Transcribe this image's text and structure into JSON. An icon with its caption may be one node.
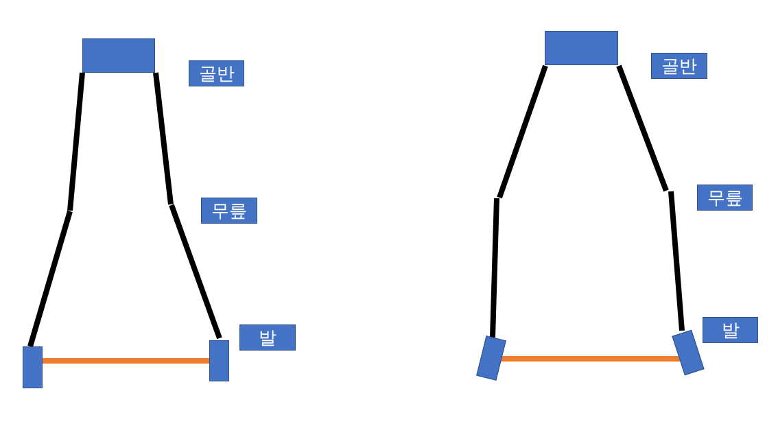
{
  "diagram": {
    "nodes": [
      {
        "text": [],
        "shape": "box"
      },
      {
        "text": [
          "골반"
        ]
      },
      {
        "text": [
          "무릎"
        ]
      },
      {
        "text": [],
        "shape": "box"
      },
      {
        "text": [],
        "shape": "box"
      },
      {
        "text": [
          "발"
        ]
      },
      {
        "text": [],
        "shape": "box"
      },
      {
        "text": [
          "골반"
        ]
      },
      {
        "text": [
          "무릎"
        ]
      },
      {
        "text": [
          "발"
        ]
      },
      {
        "text": [],
        "shape": "box"
      },
      {
        "text": [],
        "shape": "box"
      }
    ],
    "edges": [
      {
        "from": 0,
        "to": null,
        "arrow": "none"
      },
      {
        "from": 0,
        "to": null,
        "arrow": "none"
      },
      {
        "from": null,
        "to": 3,
        "arrow": "none"
      },
      {
        "from": null,
        "to": 4,
        "arrow": "none"
      },
      {
        "from": 3,
        "to": 4,
        "arrow": "none",
        "color": "#ed7d31"
      },
      {
        "from": 6,
        "to": null,
        "arrow": "none"
      },
      {
        "from": 6,
        "to": null,
        "arrow": "none"
      },
      {
        "from": null,
        "to": 10,
        "arrow": "none"
      },
      {
        "from": null,
        "to": 11,
        "arrow": "none"
      },
      {
        "from": 10,
        "to": 11,
        "arrow": "none",
        "color": "#ed7d31"
      }
    ]
  }
}
